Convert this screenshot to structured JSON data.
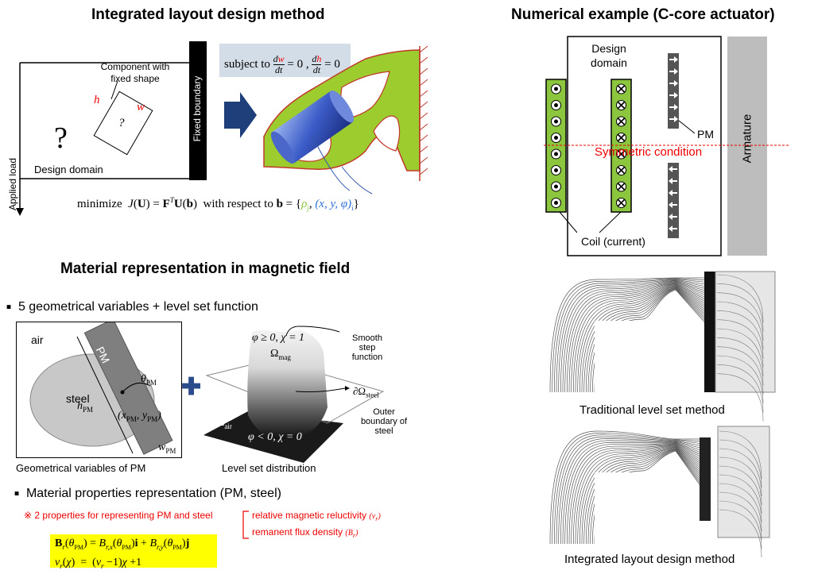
{
  "titles": {
    "layout": "Integrated layout design method",
    "numerical": "Numerical example (C-core actuator)",
    "material": "Material representation in magnetic field"
  },
  "left_top": {
    "component_label": "Component with fixed shape",
    "h": "h",
    "w": "w",
    "question": "?",
    "design_domain": "Design domain",
    "applied_load": "Applied load",
    "fixed_boundary": "Fixed boundary",
    "subject_to": "subject to",
    "minimize": "minimize J(U) = F^T U(b) with respect to b = {ρj, (x, y, φ)i}"
  },
  "bullets": {
    "b1": "5 geometrical variables + level set function",
    "b2": "Material properties representation (PM, steel)"
  },
  "pm_figure": {
    "air": "air",
    "steel": "steel",
    "pm": "PM",
    "caption": "Geometrical variables of PM"
  },
  "level_set": {
    "phi_pos": "φ ≥ 0, χ = 1",
    "omega_mag": "Ω",
    "omega_mag_sub": "mag",
    "omega_air": "Ω",
    "omega_air_sub": "air",
    "phi_neg": "φ < 0, χ = 0",
    "smooth_step": "Smooth step function",
    "boundary_sym": "∂Ω",
    "boundary_sub": "steel",
    "outer_boundary": "Outer boundary of steel",
    "caption": "Level set distribution"
  },
  "properties": {
    "intro": "※ 2 properties for representing PM and steel",
    "p1": "relative magnetic reluctivity",
    "p2": "remanent flux density"
  },
  "c_core": {
    "design_domain": "Design domain",
    "pm": "PM",
    "armature": "Armature",
    "symmetric": "Symmetric condition",
    "coil": "Coil (current)"
  },
  "results": {
    "traditional": "Traditional level set method",
    "integrated": "Integrated layout design method"
  },
  "colors": {
    "green": "#8cc63f",
    "red": "#ff0000",
    "blue": "#3057a8",
    "yellow": "#ffff00",
    "gray": "#bdbdbd"
  }
}
